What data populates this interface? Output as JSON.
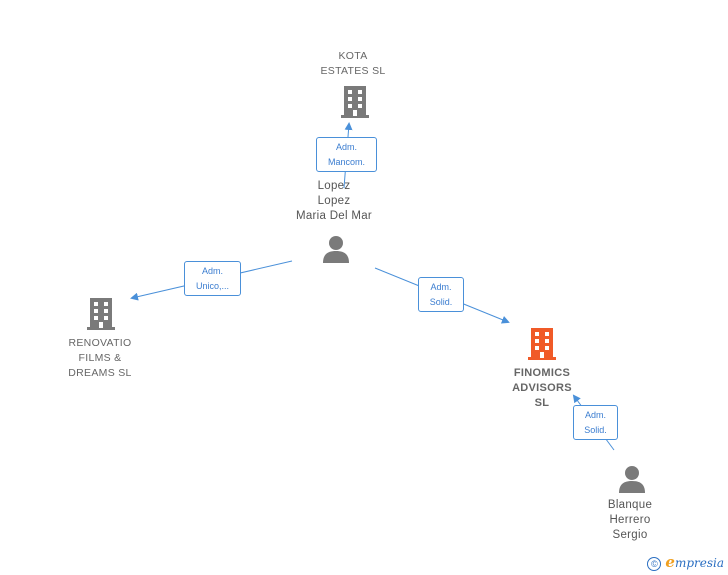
{
  "nodes": {
    "kota": {
      "name": "KOTA\nESTATES  SL",
      "type": "company"
    },
    "lopez": {
      "name": "Lopez\nLopez\nMaria Del Mar",
      "type": "person"
    },
    "renovatio": {
      "name": "RENOVATIO\nFILMS &\nDREAMS SL",
      "type": "company"
    },
    "finomics": {
      "name": "FINOMICS\nADVISORS\nSL",
      "type": "company-focus"
    },
    "blanque": {
      "name": "Blanque\nHerrero\nSergio",
      "type": "person"
    }
  },
  "edges": {
    "lopez_kota": {
      "line1": "Adm.",
      "line2": "Mancom."
    },
    "lopez_renovatio": {
      "line1": "Adm.",
      "line2": "Unico,..."
    },
    "lopez_finomics": {
      "line1": "Adm.",
      "line2": "Solid."
    },
    "blanque_finomics": {
      "line1": "Adm.",
      "line2": "Solid."
    }
  },
  "colors": {
    "edge": "#4a90d9",
    "company_icon": "#7a7a7a",
    "focus_icon": "#f05a28",
    "person_icon": "#7a7a7a"
  },
  "footer": {
    "copyright": "©",
    "brand_first": "e",
    "brand_rest": "mpresia"
  }
}
